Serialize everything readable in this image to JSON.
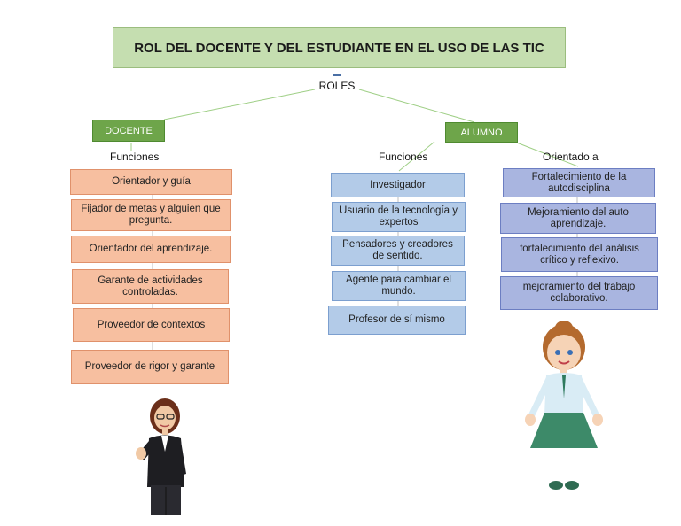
{
  "title": "ROL DEL DOCENTE Y DEL ESTUDIANTE EN EL USO DE LAS TIC",
  "roles_label": "ROLES",
  "docente": {
    "label": "DOCENTE",
    "functions_label": "Funciones",
    "items": [
      "Orientador y guía",
      "Fijador de metas y alguien que pregunta.",
      "Orientador del aprendizaje.",
      "Garante de actividades controladas.",
      "Proveedor de contextos",
      "Proveedor de rigor y garante"
    ]
  },
  "alumno": {
    "label": "ALUMNO",
    "functions_label": "Funciones",
    "oriented_label": "Orientado a",
    "functions": [
      "Investigador",
      "Usuario de la tecnología y expertos",
      "Pensadores y creadores de sentido.",
      "Agente para cambiar el mundo.",
      "Profesor de sí mismo"
    ],
    "oriented": [
      "Fortalecimiento de la autodisciplina",
      "Mejoramiento del auto aprendizaje.",
      "fortalecimiento del análisis crítico y reflexivo.",
      "mejoramiento del trabajo colaborativo."
    ]
  },
  "colors": {
    "title_bg": "#c5deb0",
    "tag_green": "#6ea54a",
    "docente_box": "#f7bfa0",
    "alumno_function_box": "#b3cbe8",
    "alumno_oriented_box": "#a9b5e0"
  }
}
